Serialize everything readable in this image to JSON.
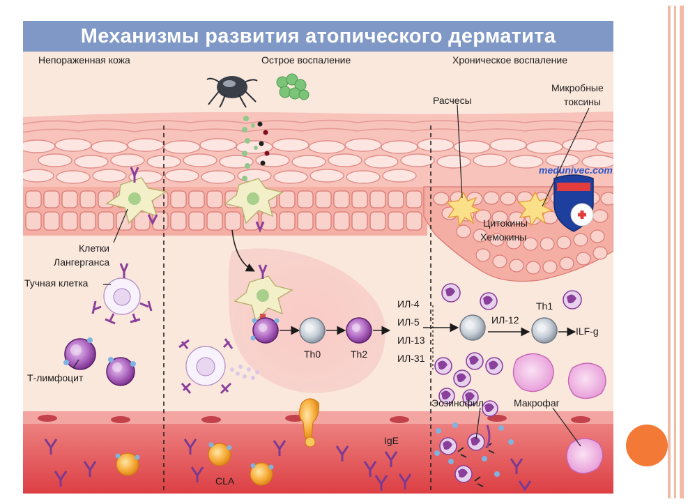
{
  "title": "Механизмы развития атопического дерматита",
  "sections": {
    "left": "Непораженная кожа",
    "middle": "Острое воспаление",
    "right": "Хроническое воспаление"
  },
  "labels": {
    "langerhans_1": "Клетки",
    "langerhans_2": "Лангерганса",
    "mast_cell": "Тучная клетка",
    "t_lymph": "Т-лимфоцит",
    "th0": "Th0",
    "th2": "Th2",
    "il4": "ИЛ-4",
    "il5": "ИЛ-5",
    "il13": "ИЛ-13",
    "il31": "ИЛ-31",
    "il12": "ИЛ-12",
    "th1": "Th1",
    "ilfg": "ILF-g",
    "scratch": "Расчесы",
    "microbial_1": "Микробные",
    "microbial_2": "токсины",
    "cytokines": "Цитокины",
    "chemokines": "Хемокины",
    "eosinophil": "Эозинофил",
    "macrophage": "Макрофаг",
    "ige": "IgE",
    "cla": "CLA",
    "watermark": "medunivec.com"
  },
  "colors": {
    "title_bar": "#7f98c6",
    "accent_dot": "#f27a36",
    "skin_pink": "#f6c3b9",
    "vessel_red": "#e8595b",
    "tcell_purple": "#8c3fa0"
  }
}
